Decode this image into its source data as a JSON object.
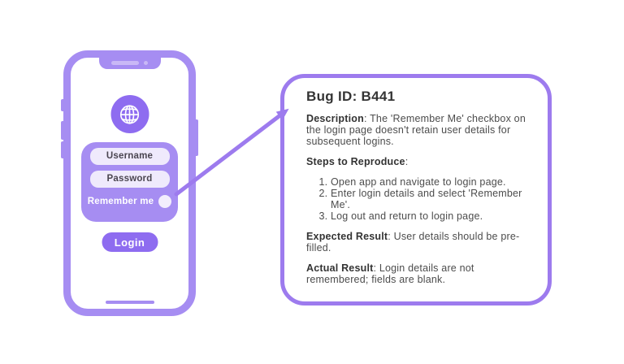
{
  "colors": {
    "purple_main": "#a68df2",
    "purple_border": "#9d7bee",
    "purple_deep": "#8e6cf0",
    "input_bg": "#efeafc",
    "heading_text": "#343434",
    "body_text": "#4c4c4c"
  },
  "phone": {
    "username_placeholder": "Username",
    "password_placeholder": "Password",
    "remember_label": "Remember me",
    "login_label": "Login"
  },
  "card": {
    "title": "Bug ID: B441",
    "description_label": "Description",
    "description_text": ": The 'Remember Me' checkbox on the login page doesn't retain user details for subsequent logins.",
    "steps_label": "Steps to Reproduce",
    "steps_colon": ":",
    "steps": [
      "Open app and navigate to login page.",
      "Enter login details and select 'Remember Me'.",
      "Log out and return to login page."
    ],
    "expected_label": "Expected Result",
    "expected_text": ": User details should be pre-filled.",
    "actual_label": "Actual Result",
    "actual_text": ": Login details are not remembered; fields are blank."
  }
}
